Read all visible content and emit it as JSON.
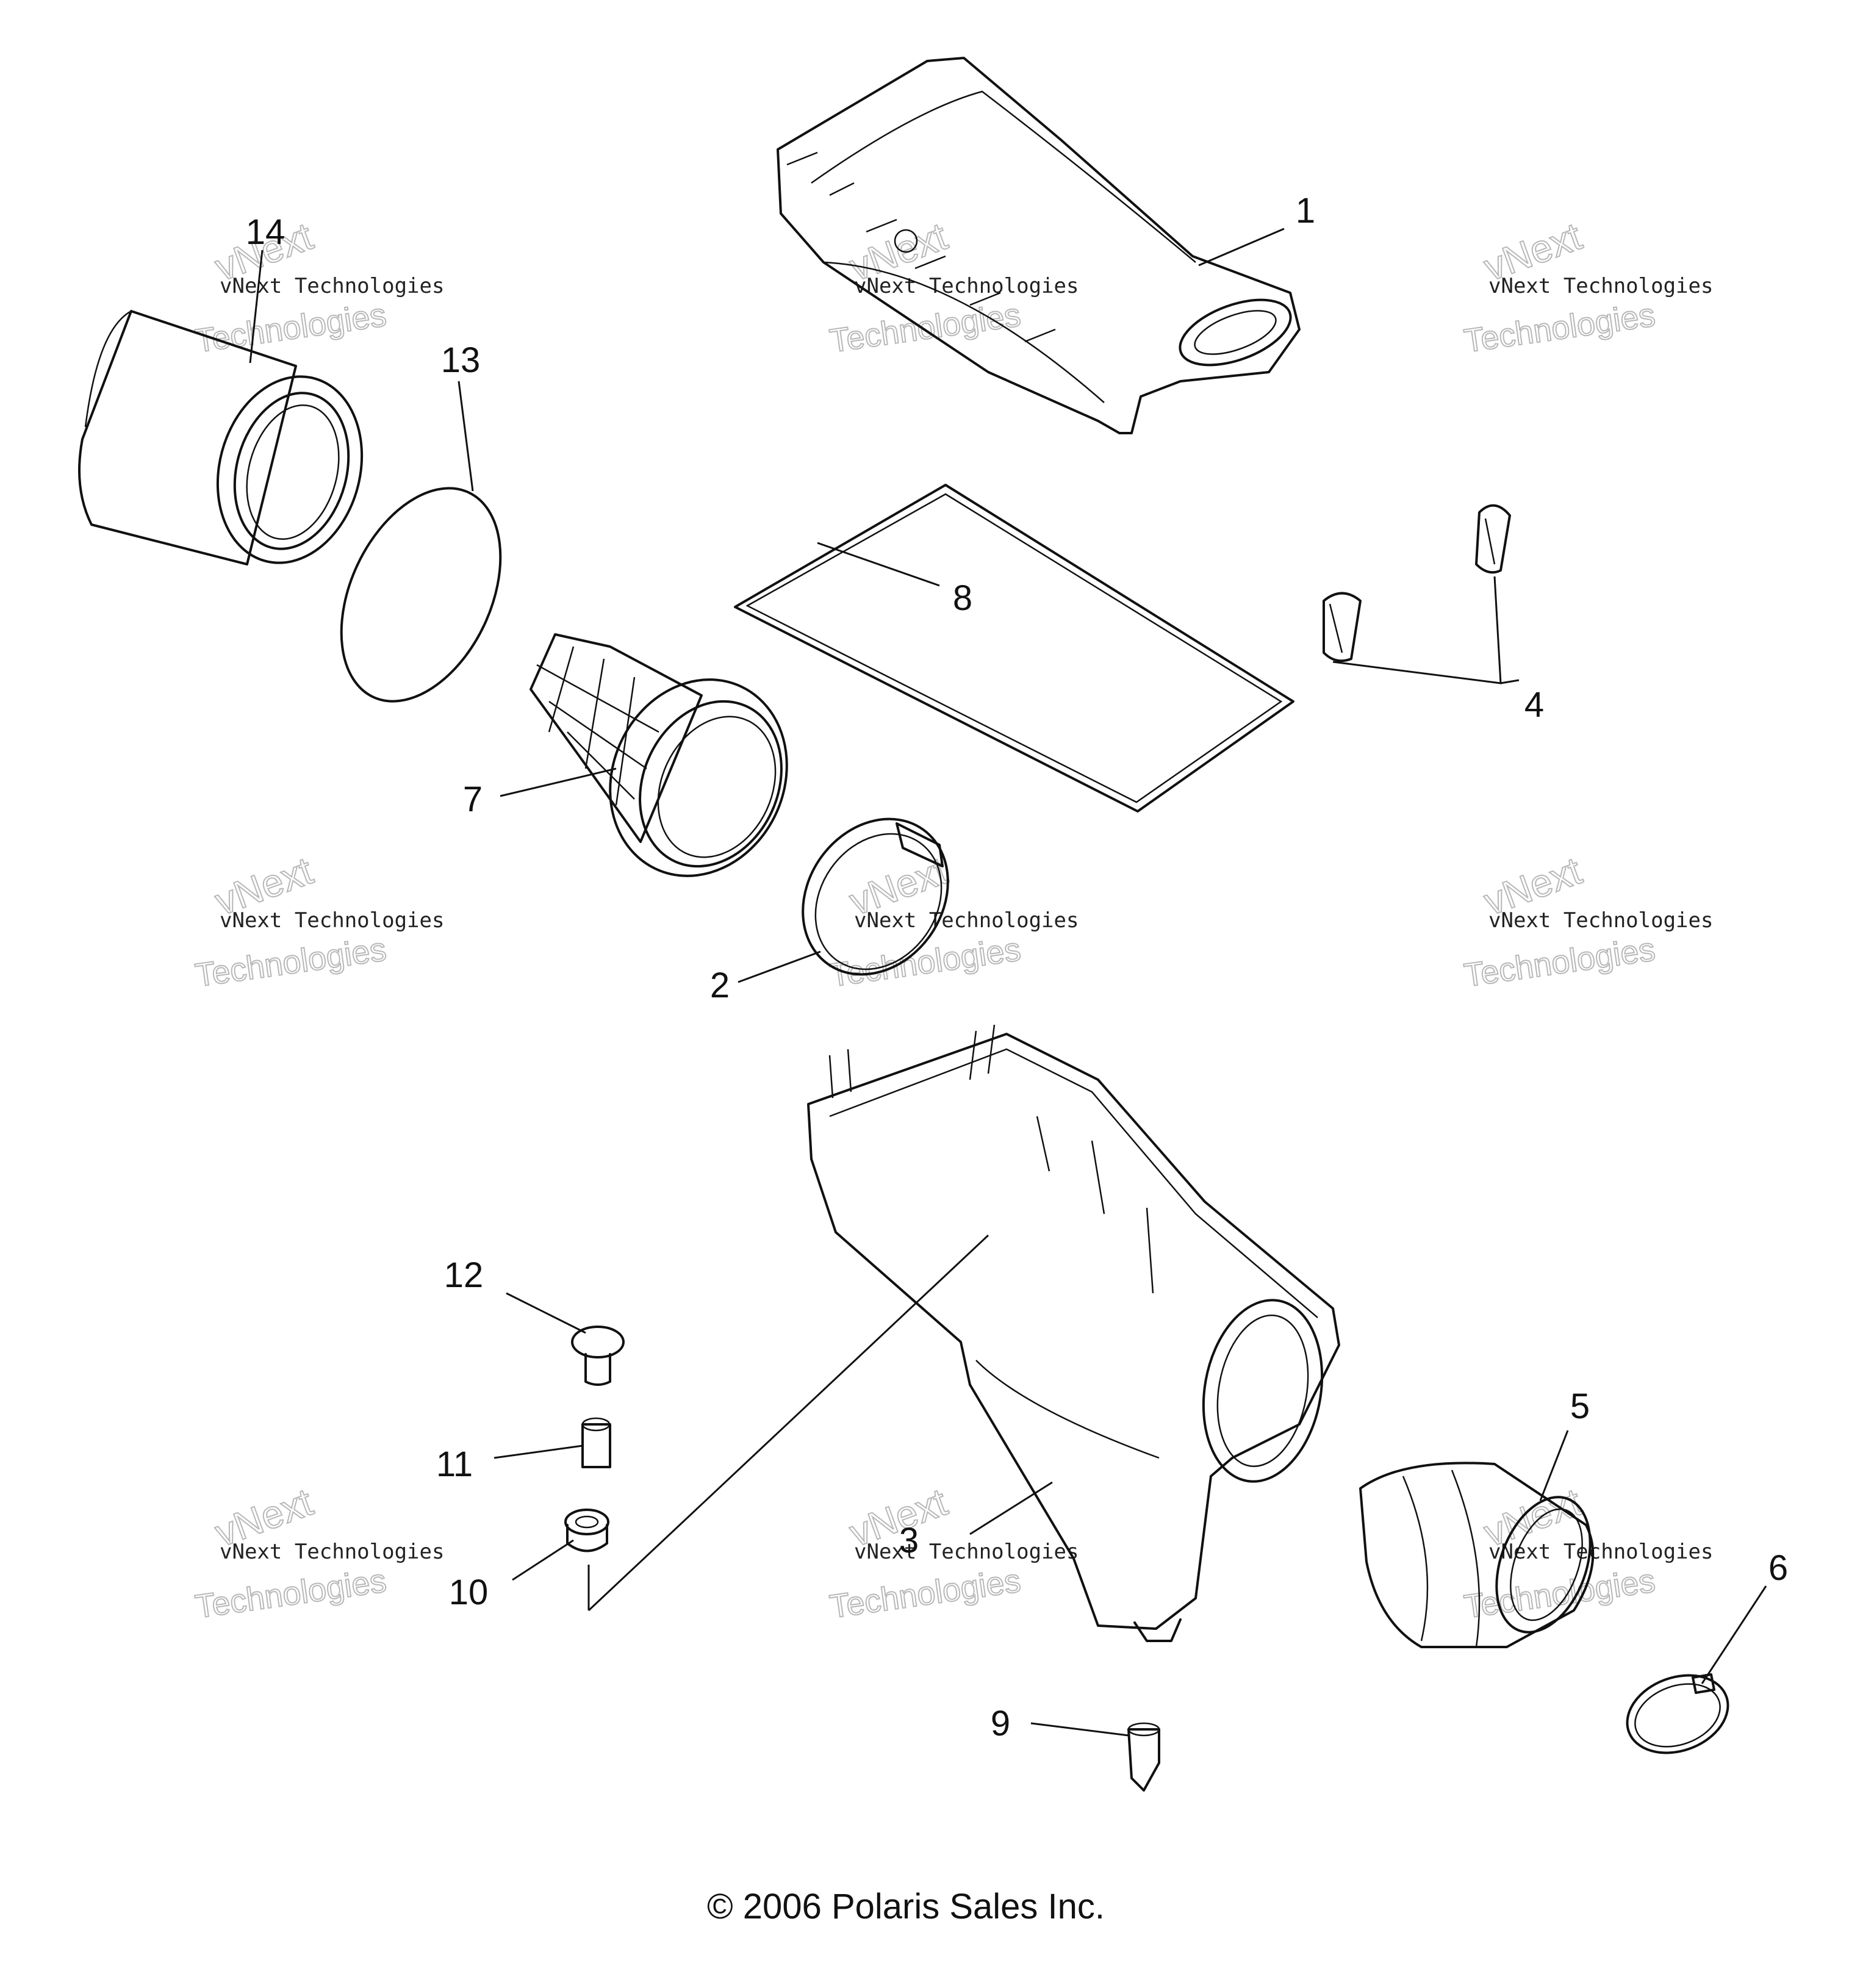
{
  "diagram": {
    "callouts": [
      "1",
      "2",
      "3",
      "4",
      "5",
      "6",
      "7",
      "8",
      "9",
      "10",
      "11",
      "12",
      "13",
      "14"
    ],
    "watermark": {
      "small": "vNext Technologies",
      "brand": "vNext",
      "large": "Technologies"
    },
    "copyright": "© 2006 Polaris Sales Inc."
  }
}
